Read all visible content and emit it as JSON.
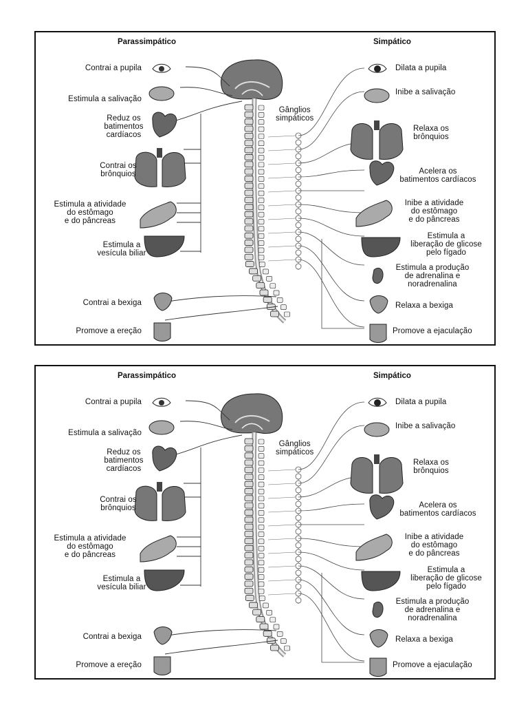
{
  "panels": [
    {
      "parasympathetic_title": "Parassimpático",
      "sympathetic_title": "Simpático",
      "ganglia_label": "Gânglios\nsimpáticos",
      "left_labels": [
        "Contrai a pupila",
        "Estimula a salivação",
        "Reduz os\nbatimentos\ncardíacos",
        "Contrai os\nbrônquios",
        "Estimula a atividade\ndo estômago\ne do pâncreas",
        "Estimula a\nvesícula biliar",
        "Contrai a bexiga",
        "Promove a ereção"
      ],
      "right_labels": [
        "Dilata a pupila",
        "Inibe a salivação",
        "Relaxa os\nbrônquios",
        "Acelera os\nbatimentos cardíacos",
        "Inibe a atividade\ndo estômago\ne do pâncreas",
        "Estimula a\nliberação de glicose\npelo fígado",
        "Estimula a produção\nde adrenalina e\nnoradrenalina",
        "Relaxa a bexiga",
        "Promove a ejaculação"
      ]
    },
    {
      "parasympathetic_title": "Parassimpático",
      "sympathetic_title": "Simpático",
      "ganglia_label": "Gânglios\nsimpáticos",
      "left_labels": [
        "Contrai a pupila",
        "Estimula a salivação",
        "Reduz os\nbatimentos\ncardíacos",
        "Contrai os\nbrônquios",
        "Estimula a atividade\ndo estômago\ne do pâncreas",
        "Estimula a\nvesícula biliar",
        "Contrai a bexiga",
        "Promove a ereção"
      ],
      "right_labels": [
        "Dilata a pupila",
        "Inibe a salivação",
        "Relaxa os\nbrônquios",
        "Acelera os\nbatimentos cardíacos",
        "Inibe a atividade\ndo estômago\ne do pâncreas",
        "Estimula a\nliberação de glicose\npelo fígado",
        "Estimula a produção\nde adrenalina e\nnoradrenalina",
        "Relaxa a bexiga",
        "Promove a ejaculação"
      ]
    }
  ]
}
